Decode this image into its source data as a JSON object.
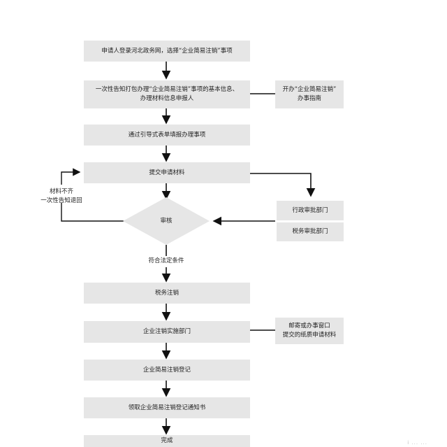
{
  "steps": {
    "s1": "申请人登录河北政务网，选择“企业简易注销”事项",
    "s2_line1": "一次性告知打包办理“企业简易注销”事项的基本信息、",
    "s2_line2": "办理材料信息申报人",
    "s3": "通过引导式表单填报办理事项",
    "s4": "提交申请材料",
    "s5": "审核",
    "s6": "税务注销",
    "s7": "企业注销实施部门",
    "s8": "企业简易注销登记",
    "s9": "领取企业简易注销登记通知书",
    "s10": "完成"
  },
  "side": {
    "guide_line1": "开办“企业简易注销”",
    "guide_line2": "办事指南",
    "admin_dept": "行政审批部门",
    "tax_dept": "税务审批部门",
    "mail_line1": "邮寄或办事窗口",
    "mail_line2": "提交的纸质申请材料",
    "return_line1": "材料不齐",
    "return_line2": "一次性告知退回",
    "condition": "符合法定条件"
  },
  "footer": "i  ...  ..."
}
